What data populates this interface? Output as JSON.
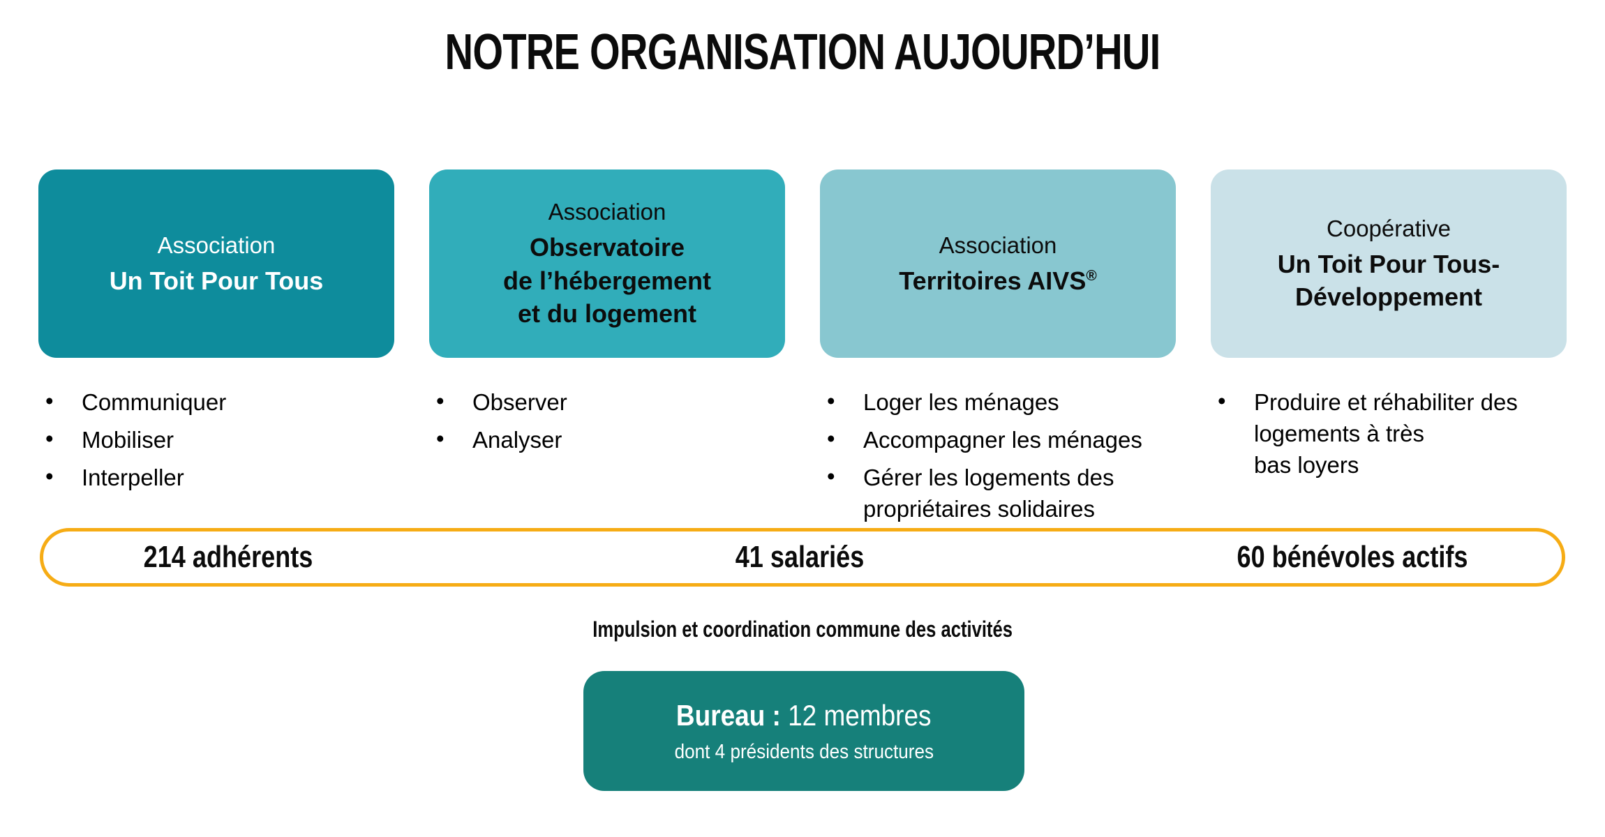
{
  "slide": {
    "title": "NOTRE ORGANISATION AUJOURD’HUI",
    "bullet_char": "•"
  },
  "cards": [
    {
      "type_label": "Association",
      "name": "Un Toit Pour Tous",
      "bg": "#0E8C9C",
      "text_color": "#FFFFFF",
      "bullets": [
        "Communiquer",
        "Mobiliser",
        "Interpeller"
      ]
    },
    {
      "type_label": "Association",
      "name": "Observatoire\nde l’hébergement\net du logement",
      "bg": "#31ADBA",
      "text_color": "#0C0C0C",
      "bullets": [
        "Observer",
        "Analyser"
      ]
    },
    {
      "type_label": "Association",
      "name": "Territoires AIVS",
      "registered": "®",
      "bg": "#88C7D0",
      "text_color": "#0C0C0C",
      "bullets": [
        "Loger les ménages",
        "Accompagner les ménages",
        "Gérer les logements des\npropriétaires solidaires"
      ]
    },
    {
      "type_label": "Coopérative",
      "name": "Un Toit Pour Tous-\nDéveloppement",
      "bg": "#CAE1E8",
      "text_color": "#0C0C0C",
      "bullets": [
        "Produire et réhabiliter des\nlogements à très\nbas loyers"
      ]
    }
  ],
  "stats": {
    "adherents": "214 adhérents",
    "salaries": "41 salariés",
    "benevoles": "60 bénévoles actifs",
    "border_color": "#F6AC15"
  },
  "coordination_caption": "Impulsion et coordination commune des activités",
  "bureau": {
    "title_bold": "Bureau :",
    "title_rest": "12 membres",
    "subtitle": "dont 4 présidents des structures",
    "bg": "#16807A"
  }
}
